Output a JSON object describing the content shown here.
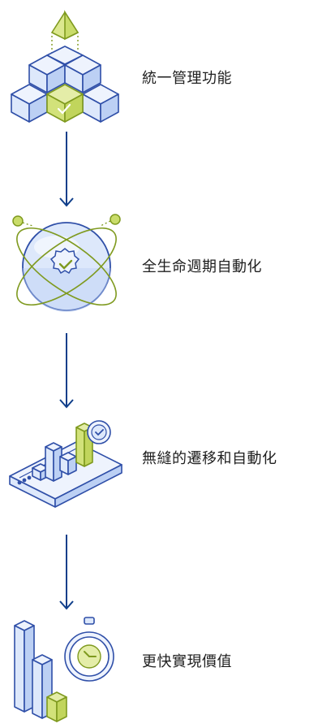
{
  "steps": [
    {
      "label": "統一管理功能",
      "icon": "stacked-cubes-icon"
    },
    {
      "label": "全生命週期自動化",
      "icon": "orbiting-sphere-icon"
    },
    {
      "label": "無縫的遷移和自動化",
      "icon": "dashboard-chart-icon"
    },
    {
      "label": "更快實現價值",
      "icon": "bars-stopwatch-icon"
    }
  ],
  "colors": {
    "blue_stroke": "#2f4fa8",
    "blue_light": "#dde8fb",
    "blue_mid": "#bcd0f4",
    "green": "#c9dc6a",
    "green_stroke": "#7f9a1f",
    "arrow": "#0f3e8a"
  }
}
